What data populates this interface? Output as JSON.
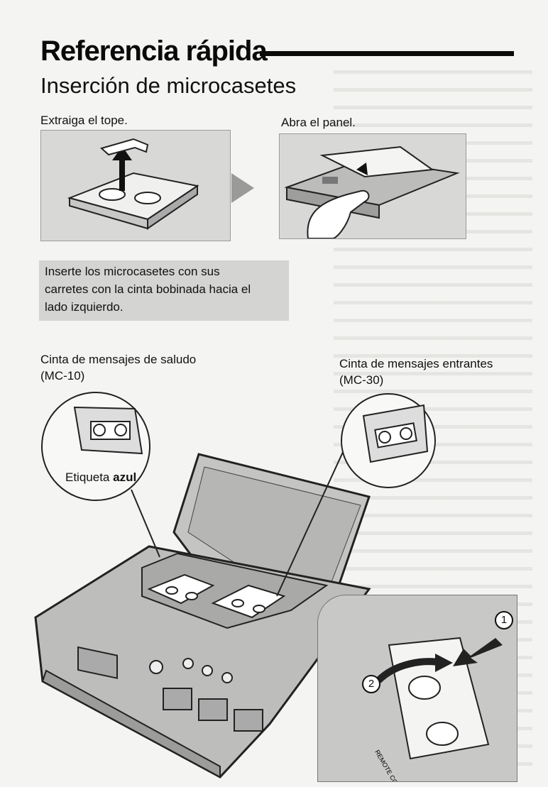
{
  "header": {
    "title": "Referencia rápida",
    "subtitle": "Inserción de microcasetes"
  },
  "steps": {
    "step1_caption": "Extraiga el tope.",
    "step2_caption": "Abra el panel."
  },
  "instruction": {
    "text_line1": "Inserte los microcasetes con sus",
    "text_line2": "carretes con la cinta bobinada hacia el",
    "text_line3": "lado izquierdo."
  },
  "cassettes": {
    "greeting_caption_line1": "Cinta de mensajes de saludo",
    "greeting_caption_line2": "(MC-10)",
    "incoming_caption_line1": "Cinta de mensajes entrantes",
    "incoming_caption_line2": "(MC-30)",
    "label_prefix": "Etiqueta",
    "label_color": "azul"
  },
  "detail": {
    "marker_1": "1",
    "marker_2": "2",
    "remote_code_label": "REMOTE CODE"
  },
  "colors": {
    "panel_gray": "#d8d8d6",
    "ink": "#111111",
    "shade": "#bdbdbb"
  }
}
